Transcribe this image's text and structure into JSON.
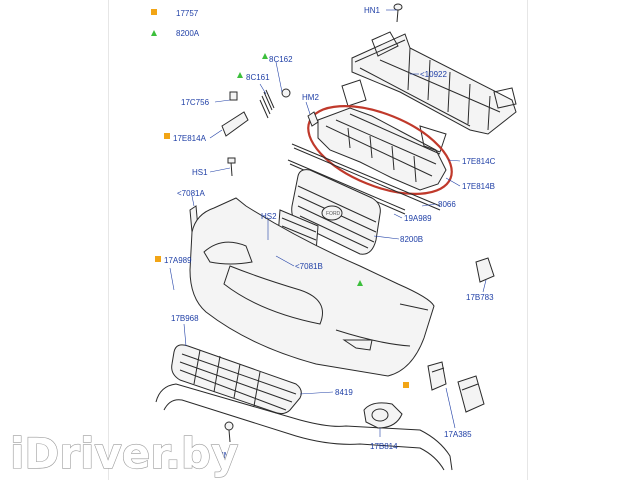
{
  "legend": [
    {
      "symbol": "square",
      "color": "#f2a516",
      "code": "17757"
    },
    {
      "symbol": "triangle",
      "color": "#3cbf3c",
      "code": "8200A"
    }
  ],
  "labels": {
    "hn1": "HN1",
    "l10922": "<10922",
    "l8c162": "8C162",
    "l8c161": "8C161",
    "l17c756": "17C756",
    "hm2": "HM2",
    "l17e814a": "17E814A",
    "l17e814c": "17E814C",
    "l17e814b": "17E814B",
    "hs1": "HS1",
    "l7081a": "<7081A",
    "l8066": "8066",
    "l19a989": "19A989",
    "hs2": "HS2",
    "l8200b": "8200B",
    "l7081b": "<7081B",
    "l17a989": "17A989",
    "l17b783": "17B783",
    "l17b968": "17B968",
    "l8419": "8419",
    "l17a385": "17A385",
    "l17b814": "17B814",
    "hm": "HM"
  },
  "watermark": "iDriver.by",
  "colors": {
    "label": "#1f3fa6",
    "highlight_ring": "#c0392b",
    "orange_marker": "#f2a516",
    "green_marker": "#3cbf3c"
  }
}
